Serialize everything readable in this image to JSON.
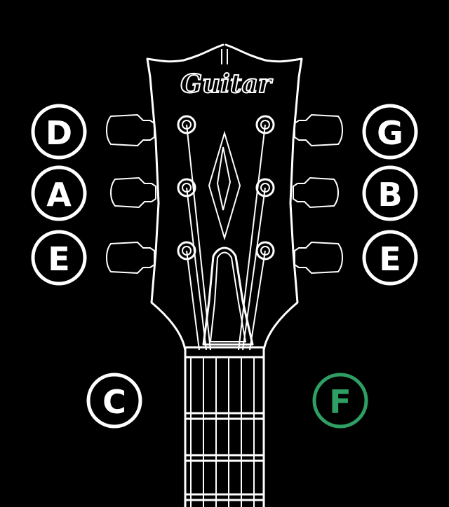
{
  "headstock": {
    "logo_text": "Guitar"
  },
  "tuners": {
    "left": [
      {
        "note": "D",
        "id": "d"
      },
      {
        "note": "A",
        "id": "a"
      },
      {
        "note": "E",
        "id": "e-low"
      }
    ],
    "right": [
      {
        "note": "G",
        "id": "g"
      },
      {
        "note": "B",
        "id": "b"
      },
      {
        "note": "E",
        "id": "e-high"
      }
    ]
  },
  "extra_notes": [
    {
      "note": "C",
      "id": "c",
      "active": false
    },
    {
      "note": "F",
      "id": "f",
      "active": true
    }
  ],
  "colors": {
    "background": "#000000",
    "foreground": "#ffffff",
    "active": "#2e9e64"
  }
}
